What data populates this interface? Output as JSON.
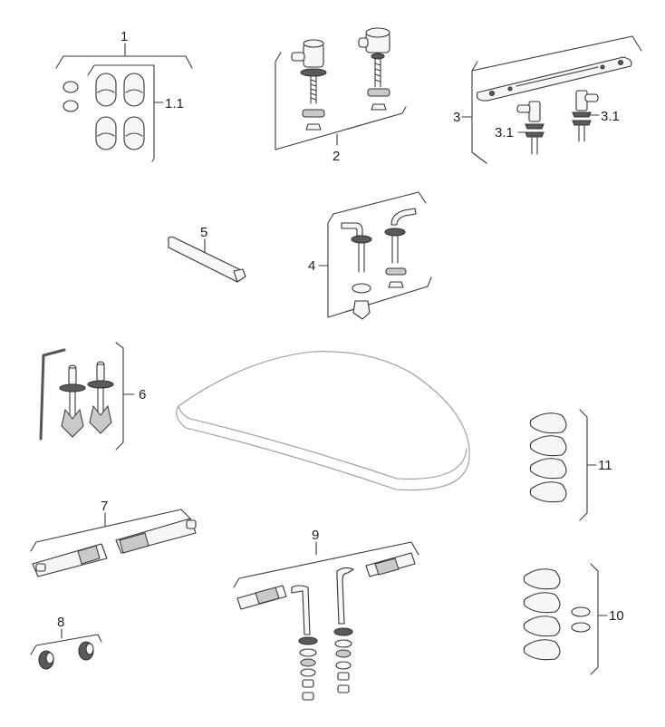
{
  "diagram": {
    "labels": {
      "l1": "1",
      "l1_1": "1.1",
      "l2": "2",
      "l3": "3",
      "l3_1a": "3.1",
      "l3_1b": "3.1",
      "l4": "4",
      "l5": "5",
      "l6": "6",
      "l7": "7",
      "l8": "8",
      "l9": "9",
      "l10": "10",
      "l11": "11"
    }
  }
}
